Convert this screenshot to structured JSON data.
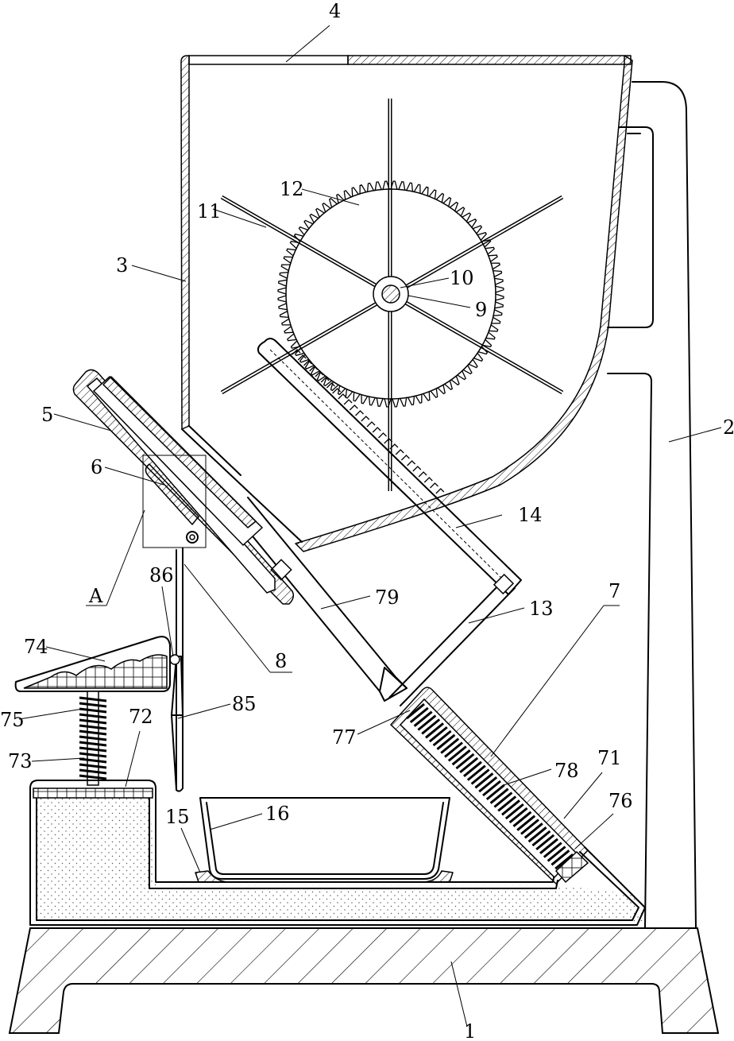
{
  "figure": {
    "labels": [
      {
        "id": "part-1-label",
        "text": "1"
      },
      {
        "id": "part-2-label",
        "text": "2"
      },
      {
        "id": "part-3-label",
        "text": "3"
      },
      {
        "id": "part-4-label",
        "text": "4"
      },
      {
        "id": "part-5-label",
        "text": "5"
      },
      {
        "id": "part-6-label",
        "text": "6"
      },
      {
        "id": "part-7-label",
        "text": "7"
      },
      {
        "id": "part-8-label",
        "text": "8"
      },
      {
        "id": "part-9-label",
        "text": "9"
      },
      {
        "id": "part-10-label",
        "text": "10"
      },
      {
        "id": "part-11-label",
        "text": "11"
      },
      {
        "id": "part-12-label",
        "text": "12"
      },
      {
        "id": "part-13-label",
        "text": "13"
      },
      {
        "id": "part-14-label",
        "text": "14"
      },
      {
        "id": "part-15-label",
        "text": "15"
      },
      {
        "id": "part-16-label",
        "text": "16"
      },
      {
        "id": "part-71-label",
        "text": "71"
      },
      {
        "id": "part-72-label",
        "text": "72"
      },
      {
        "id": "part-73-label",
        "text": "73"
      },
      {
        "id": "part-74-label",
        "text": "74"
      },
      {
        "id": "part-75-label",
        "text": "75"
      },
      {
        "id": "part-76-label",
        "text": "76"
      },
      {
        "id": "part-77-label",
        "text": "77"
      },
      {
        "id": "part-78-label",
        "text": "78"
      },
      {
        "id": "part-79-label",
        "text": "79"
      },
      {
        "id": "part-85-label",
        "text": "85"
      },
      {
        "id": "part-86-label",
        "text": "86"
      },
      {
        "id": "detail-a-label",
        "text": "A"
      }
    ]
  }
}
